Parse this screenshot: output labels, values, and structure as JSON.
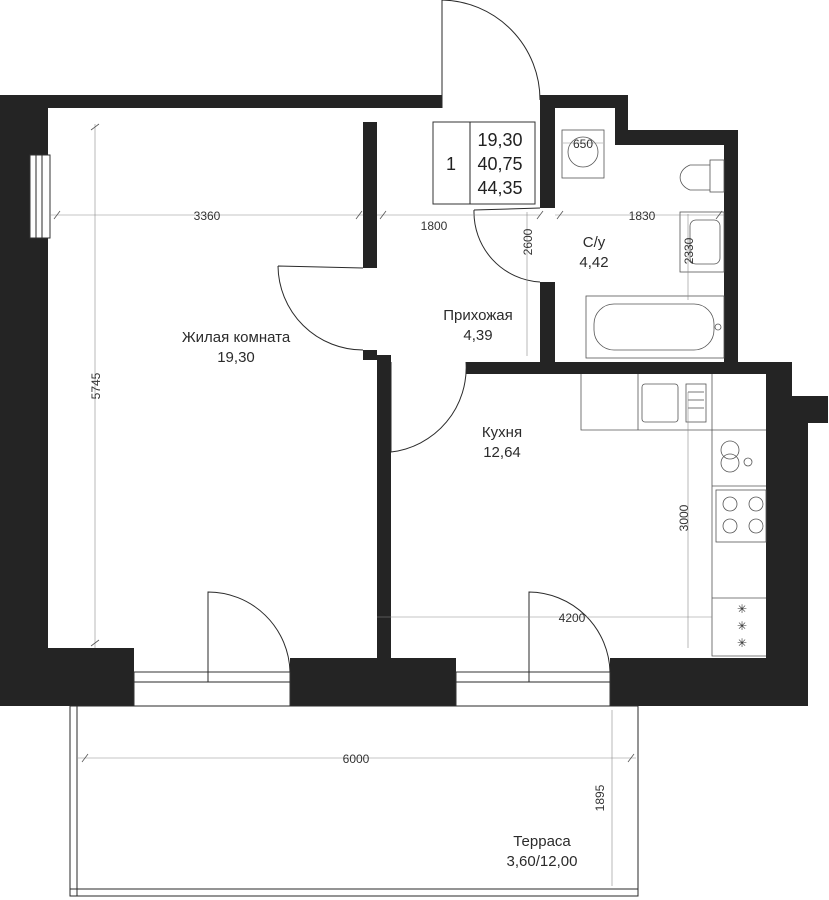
{
  "rooms": {
    "living": {
      "name": "Жилая комната",
      "area": "19,30"
    },
    "hall": {
      "name": "Прихожая",
      "area": "4,39"
    },
    "bath": {
      "name": "С/у",
      "area": "4,42"
    },
    "kitchen": {
      "name": "Кухня",
      "area": "12,64"
    },
    "terrace": {
      "name": "Терраса",
      "area": "3,60/12,00"
    }
  },
  "info": {
    "rooms_count": "1",
    "living_area": "19,30",
    "total_area": "40,75",
    "area_with_terrace": "44,35"
  },
  "dimensions": {
    "d3360": "3360",
    "d1800": "1800",
    "d1830": "1830",
    "d2600": "2600",
    "d2330": "2330",
    "d650": "650",
    "d5745": "5745",
    "d3000": "3000",
    "d4200": "4200",
    "d6000": "6000",
    "d1895": "1895"
  }
}
